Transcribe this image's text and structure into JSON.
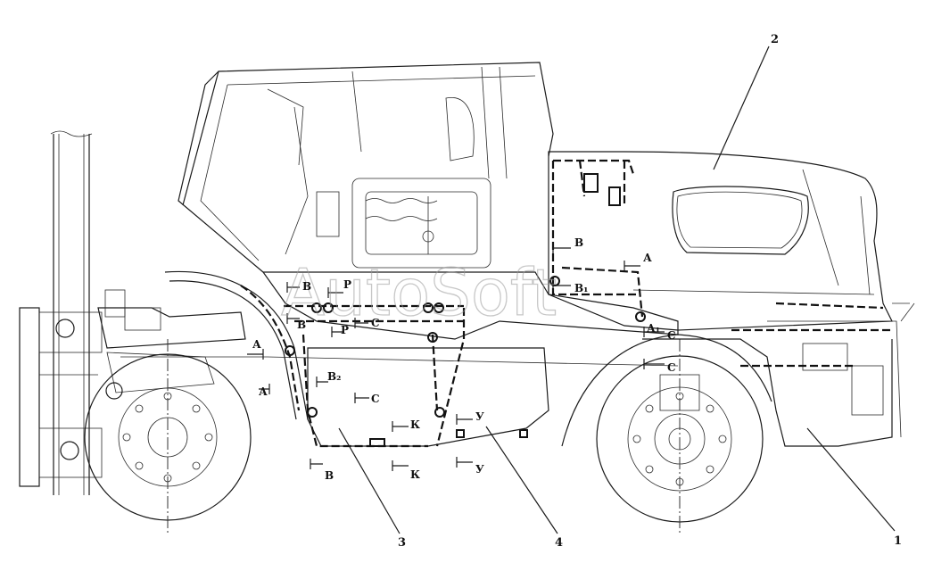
{
  "watermark": "AutoSoft",
  "callouts": {
    "c1": "1",
    "c2": "2",
    "c3": "3",
    "c4": "4"
  },
  "section_labels": {
    "B_cab_top": "В",
    "B1_cab": "В₁",
    "A_cab": "А",
    "A1_cab": "А₁",
    "C_rear_top": "С",
    "C_rear_bottom": "С",
    "B_front_top": "В",
    "B_front_mid": "В",
    "P_front_top": "Р",
    "P_front_mid": "Р",
    "C_front_mid": "С",
    "A_left_top": "А",
    "A_left_bottom": "А",
    "B2_mid": "В₂",
    "C_mid": "С",
    "K_mid": "К",
    "K_bottom": "К",
    "U_mid": "У",
    "U_bottom": "У",
    "B_bottom": "В"
  }
}
